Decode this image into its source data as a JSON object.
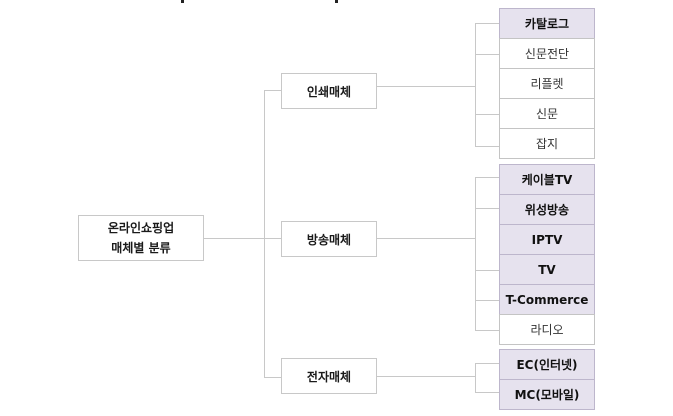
{
  "root": {
    "line1": "온라인쇼핑업",
    "line2": "매체별 분류"
  },
  "categories": [
    {
      "label": "인쇄매체",
      "items": [
        {
          "label": "카탈로그",
          "highlighted": true
        },
        {
          "label": "신문전단",
          "highlighted": false
        },
        {
          "label": "리플렛",
          "highlighted": false
        },
        {
          "label": "신문",
          "highlighted": false
        },
        {
          "label": "잡지",
          "highlighted": false
        }
      ]
    },
    {
      "label": "방송매체",
      "items": [
        {
          "label": "케이블TV",
          "highlighted": true
        },
        {
          "label": "위성방송",
          "highlighted": true
        },
        {
          "label": "IPTV",
          "highlighted": true
        },
        {
          "label": "TV",
          "highlighted": true
        },
        {
          "label": "T-Commerce",
          "highlighted": true
        },
        {
          "label": "라디오",
          "highlighted": false
        }
      ]
    },
    {
      "label": "전자매체",
      "items": [
        {
          "label": "EC(인터넷)",
          "highlighted": true
        },
        {
          "label": "MC(모바일)",
          "highlighted": true
        }
      ]
    }
  ],
  "colors": {
    "highlight_fill": "#e6e2ee",
    "border": "#c8c8c8",
    "connector": "#c8c8c8"
  }
}
